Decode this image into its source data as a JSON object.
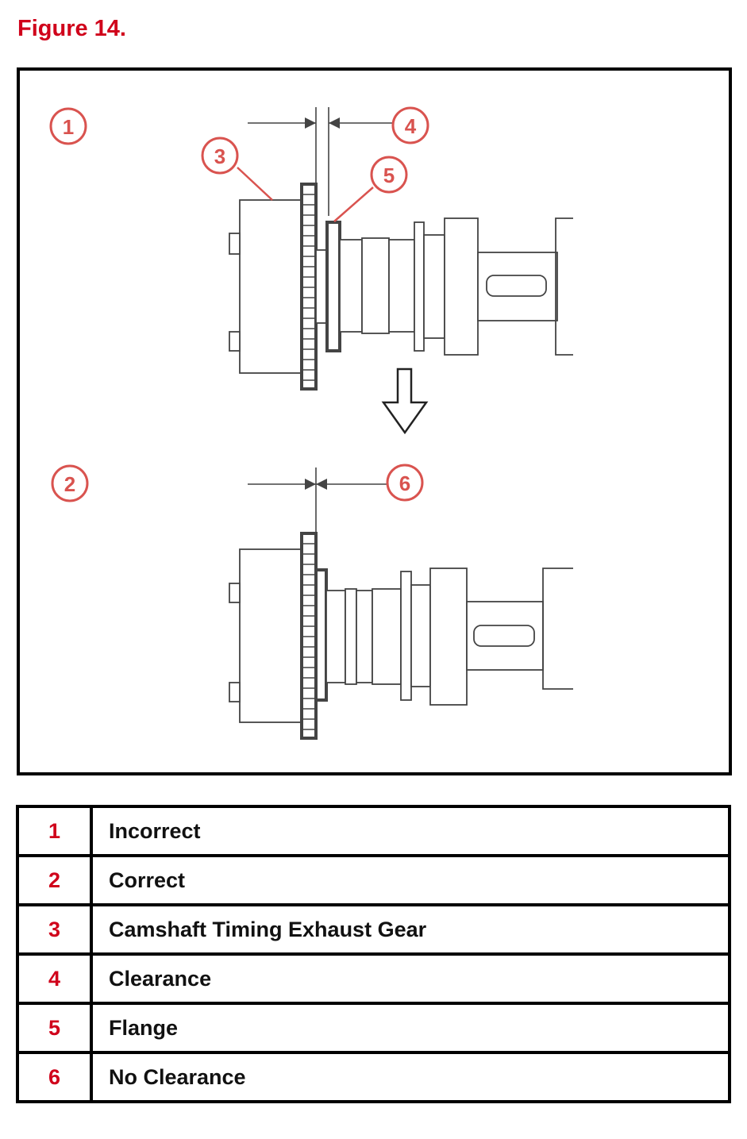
{
  "figure_title": "Figure 14.",
  "callouts": [
    "1",
    "2",
    "3",
    "4",
    "5",
    "6"
  ],
  "legend": [
    {
      "number": "1",
      "description": "Incorrect"
    },
    {
      "number": "2",
      "description": "Correct"
    },
    {
      "number": "3",
      "description": "Camshaft Timing Exhaust Gear"
    },
    {
      "number": "4",
      "description": "Clearance"
    },
    {
      "number": "5",
      "description": "Flange"
    },
    {
      "number": "6",
      "description": "No Clearance"
    }
  ],
  "colors": {
    "callout": "#d9534f",
    "title": "#d0021b",
    "line": "#444444",
    "frame": "#000000"
  },
  "icons": [
    "down-arrow-icon"
  ]
}
